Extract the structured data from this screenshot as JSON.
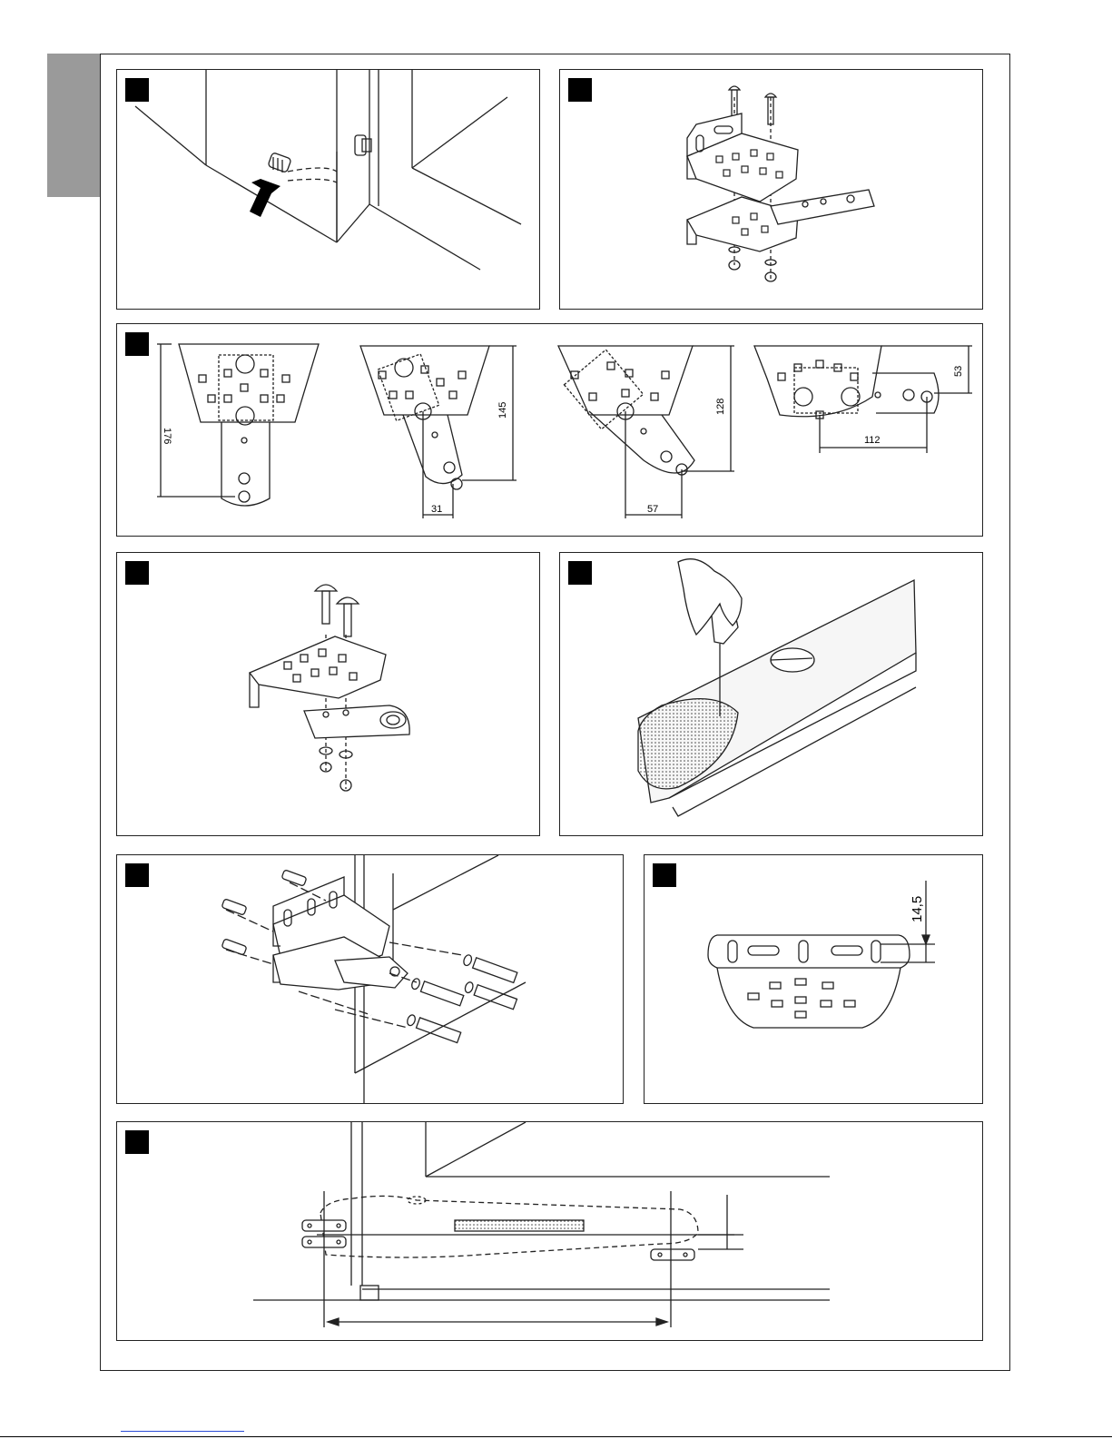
{
  "colors": {
    "line": "#222222",
    "tab": "#9a9a9a",
    "badge": "#000000",
    "link": "#2b4bd6"
  },
  "figures": {
    "fig1": {
      "icon": "arrow-icon"
    },
    "fig2": {
      "icon": "bracket-assembly-icon"
    },
    "fig3": {
      "dims": {
        "d176": "176",
        "d145": "145",
        "d31": "31",
        "d128": "128",
        "d57": "57",
        "d53": "53",
        "d112": "112"
      }
    },
    "fig4": {
      "icon": "bracket-assembly-icon"
    },
    "fig5": {
      "icon": "screwdriver-icon"
    },
    "fig6": {
      "icon": "wall-bracket-icon"
    },
    "fig7": {
      "dims": {
        "d14_5": "14,5"
      }
    },
    "fig8": {
      "icon": "motor-outline-icon"
    }
  }
}
